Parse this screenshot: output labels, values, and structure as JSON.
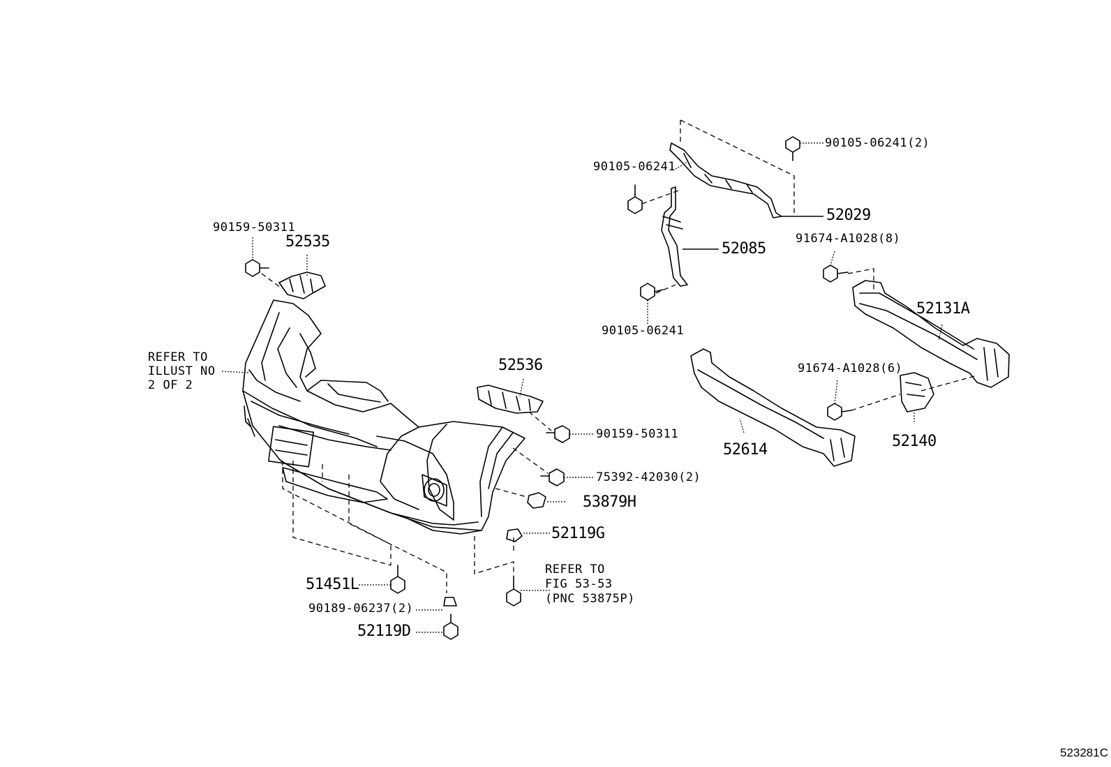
{
  "parts": {
    "p90159_50311_top": "90159-50311",
    "p52535": "52535",
    "refer_illust": "REFER TO\nILLUST NO\n2 OF 2",
    "p52536": "52536",
    "p90159_50311_mid": "90159-50311",
    "p75392_42030": "75392-42030(2)",
    "p53879H": "53879H",
    "p52119G": "52119G",
    "refer_fig": "REFER TO\nFIG 53-53\n(PNC 53875P)",
    "p51451L": "51451L",
    "p90189_06237": "90189-06237(2)",
    "p52119D": "52119D",
    "p90105_06241_top": "90105-06241(2)",
    "p90105_06241_left": "90105-06241",
    "p52029": "52029",
    "p52085": "52085",
    "p90105_06241_low": "90105-06241",
    "p91674_A1028_8": "91674-A1028(8)",
    "p52131A": "52131A",
    "p91674_A1028_6": "91674-A1028(6)",
    "p52614": "52614",
    "p52140": "52140"
  },
  "figure_id": "523281C"
}
